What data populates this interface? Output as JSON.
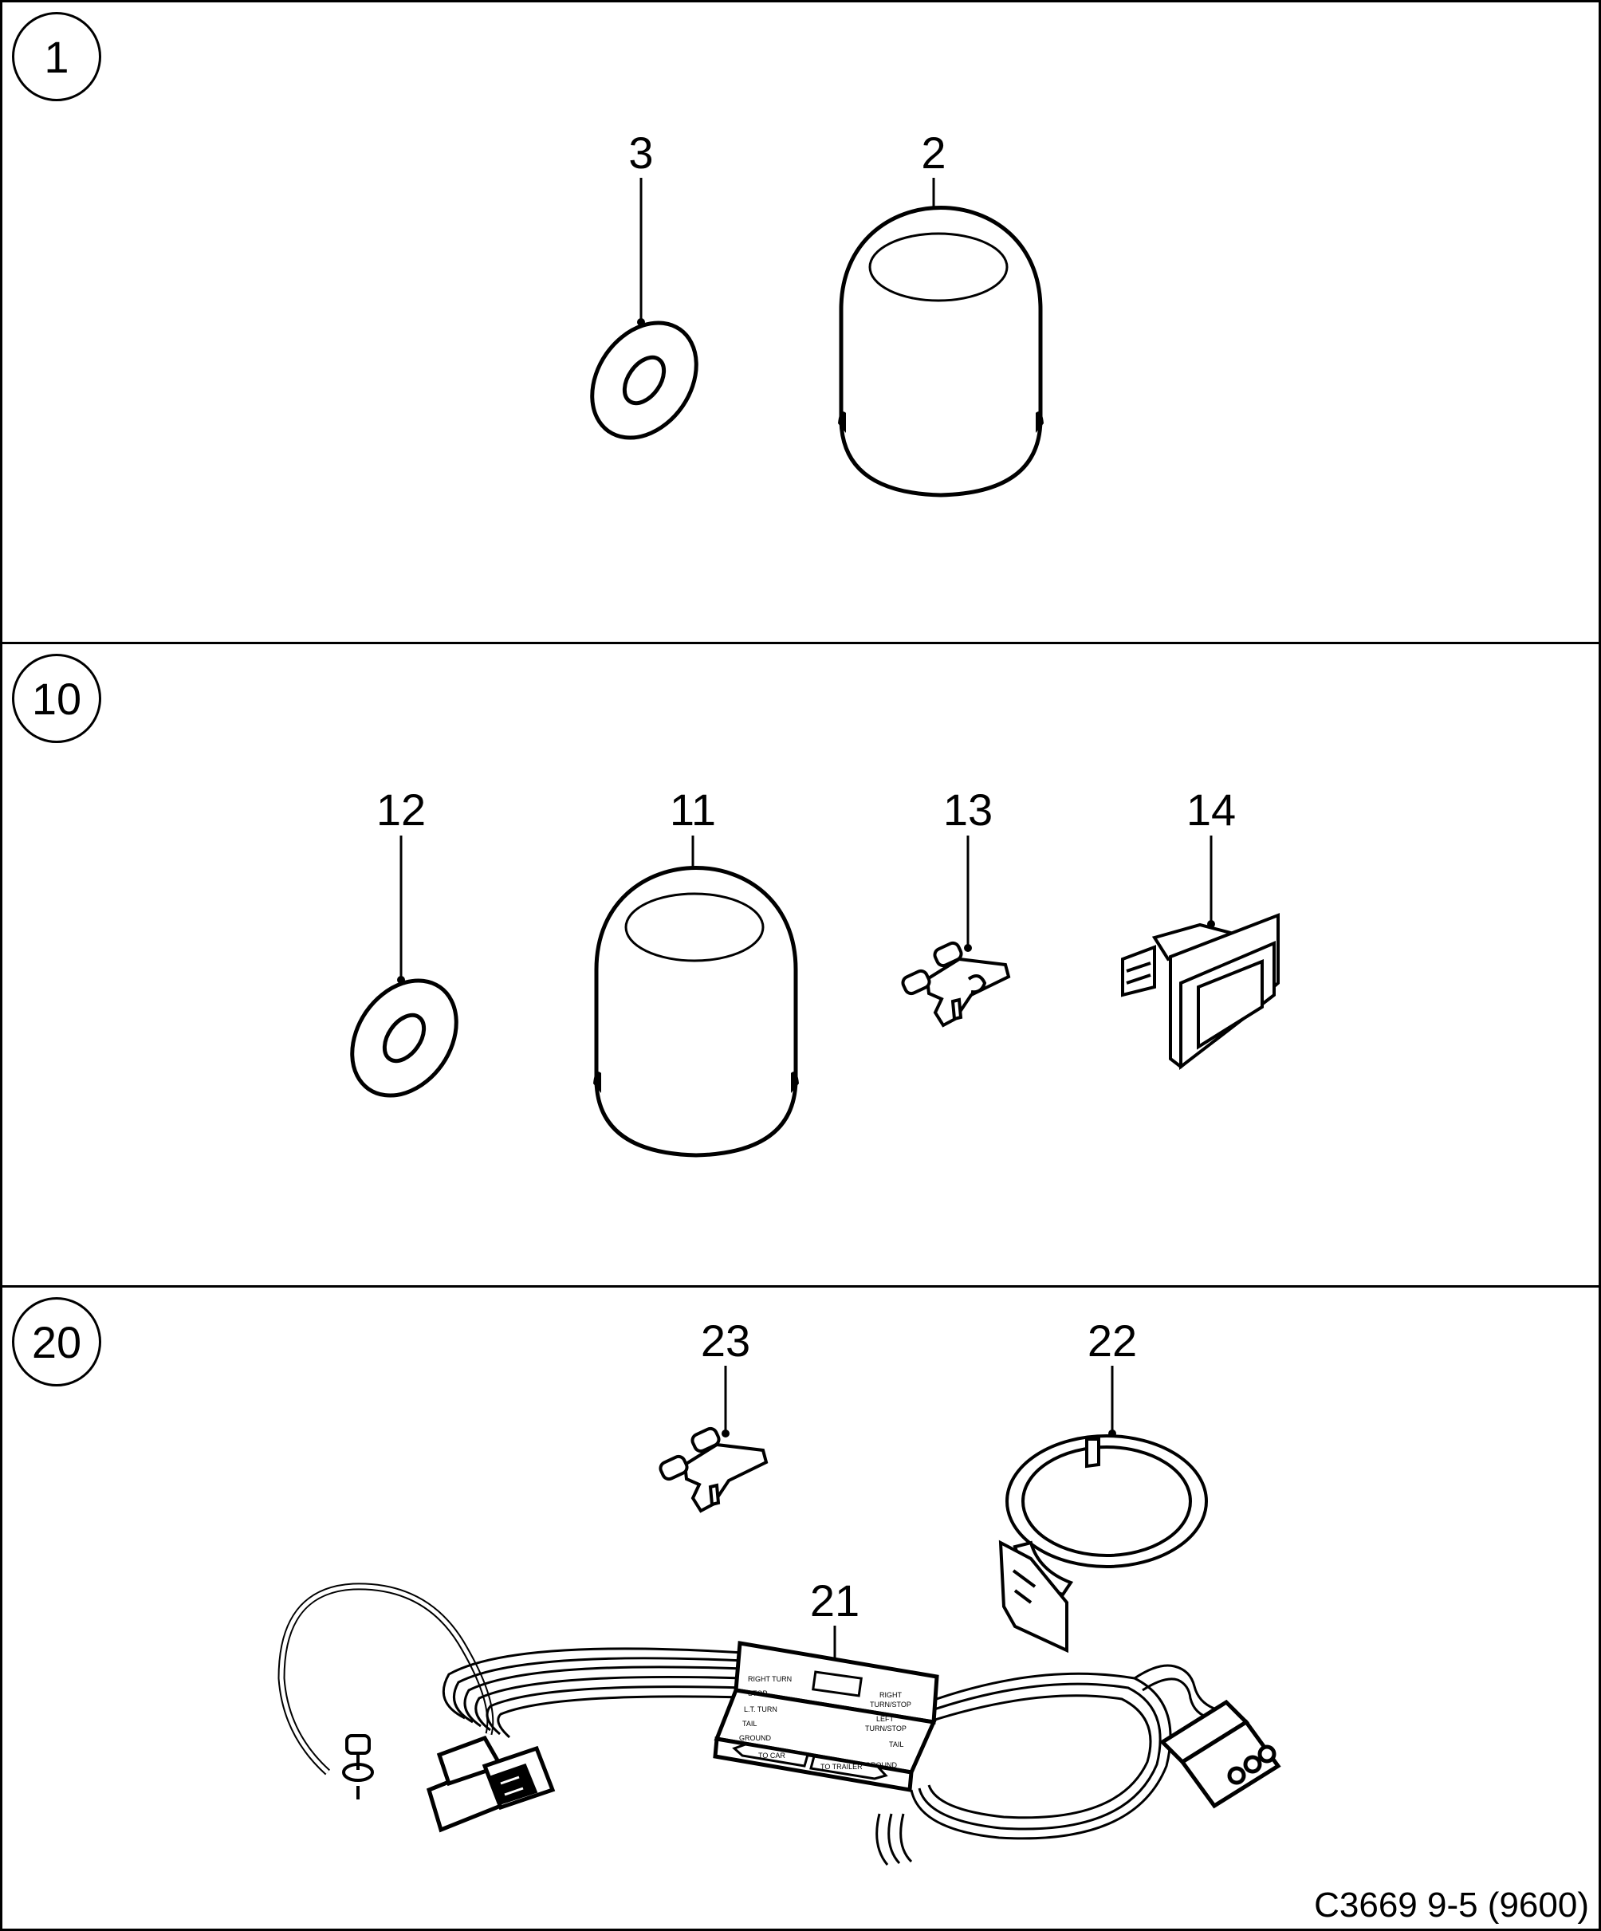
{
  "panels": [
    {
      "label": "1",
      "callouts": [
        "3",
        "2"
      ]
    },
    {
      "label": "10",
      "callouts": [
        "12",
        "11",
        "13",
        "14"
      ]
    },
    {
      "label": "20",
      "callouts": [
        "23",
        "22",
        "21"
      ]
    }
  ],
  "module_labels": {
    "left_1": "RIGHT TURN",
    "left_2": "STOP",
    "left_3": "L.T. TURN",
    "left_4": "TAIL",
    "left_5": "GROUND",
    "right_1": "RIGHT",
    "right_2": "TURN/STOP",
    "right_3": "LEFT",
    "right_4": "TURN/STOP",
    "right_5": "TAIL",
    "right_6": "GROUND",
    "arrow_car": "TO CAR",
    "arrow_trailer": "TO TRAILER"
  },
  "figure_code": "C3669 9-5 (9600)"
}
